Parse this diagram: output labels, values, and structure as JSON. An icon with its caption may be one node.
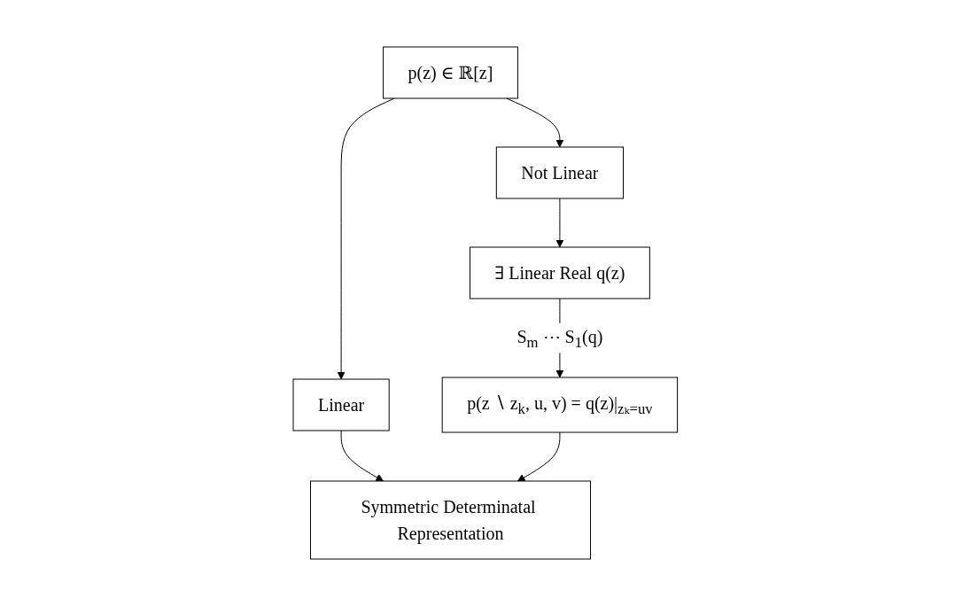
{
  "diagram": {
    "nodes": [
      {
        "text": [
          "p(z) ∈ ℝ[z]"
        ]
      },
      {
        "text": [
          "Linear"
        ]
      },
      {
        "text": [
          "Not Linear"
        ]
      },
      {
        "text": [
          "∃ Linear Real q(z)"
        ]
      },
      {
        "text": [
          "p(z ∖ z$_{k}$, u, v) = q(z)|$_{zₖ=uv}$"
        ]
      },
      {
        "text": [
          "Symmetric Determinatal Representation"
        ]
      }
    ],
    "edges": [
      {
        "from": 0,
        "to": 1,
        "arrow": "to"
      },
      {
        "from": 0,
        "to": 2,
        "arrow": "to"
      },
      {
        "from": 1,
        "to": 5,
        "arrow": "to"
      },
      {
        "from": 2,
        "to": 3,
        "arrow": "to"
      },
      {
        "from": 3,
        "to": 4,
        "label": "S$_{m}$ ⋯ S$_{1}$(q)",
        "arrow": "to"
      },
      {
        "from": 4,
        "to": 5,
        "arrow": "to"
      }
    ]
  }
}
